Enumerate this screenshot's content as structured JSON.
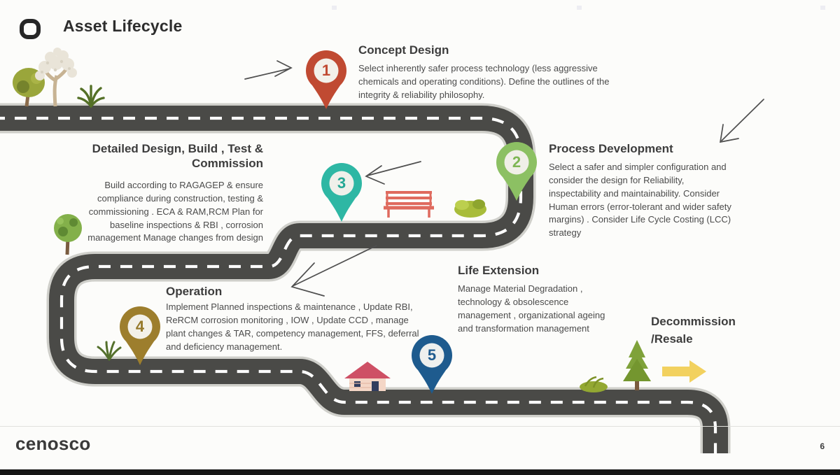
{
  "slide": {
    "title": "Asset Lifecycle",
    "brand": "cenosco",
    "page_number": "6"
  },
  "stages": [
    {
      "number": "1",
      "title": "Concept Design",
      "description": "Select inherently safer process technology (less aggressive chemicals and operating conditions).  Define the outlines of the integrity & reliability philosophy.",
      "pin_color": "#c04a32"
    },
    {
      "number": "2",
      "title": "Process Development",
      "description": "Select a safer and simpler configuration and consider the design for Reliability, inspectability and maintainability. Consider Human errors (error-tolerant and wider safety margins) . Consider Life Cycle Costing (LCC) strategy",
      "pin_color": "#8cc063"
    },
    {
      "number": "3",
      "title": "Detailed Design, Build , Test & Commission",
      "description": "Build according to RAGAGEP & ensure compliance during construction, testing & commissioning . ECA & RAM,RCM  Plan for baseline inspections & RBI , corrosion management Manage changes from design",
      "pin_color": "#2eb7a4"
    },
    {
      "number": "4",
      "title": "Operation",
      "description": "Implement Planned inspections & maintenance , Update RBI, ReRCM  corrosion monitoring , IOW , Update CCD , manage plant changes & TAR, competency management, FFS, deferral and deficiency management.",
      "pin_color": "#9d7e2d"
    },
    {
      "number": "5",
      "title": "Life Extension",
      "description": "Manage Material Degradation , technology & obsolescence management , organizational ageing and transformation management",
      "pin_color": "#1e5b8e"
    },
    {
      "number": "",
      "title": "Decommission /Resale",
      "description": "",
      "pin_color": ""
    }
  ],
  "colors": {
    "road": "#4a4a47",
    "road_casing": "#cfcfca",
    "road_dash": "#ffffff",
    "decommission_arrow": "#f2d15f",
    "sketch_arrow": "#4f4f4f"
  },
  "icons": [
    "map-pin-icon",
    "rounded-square-logo-icon",
    "tree-icon",
    "blossom-tree-icon",
    "fern-icon",
    "bush-icon",
    "bench-icon",
    "house-icon",
    "pine-tree-icon",
    "grass-icon",
    "arrow-right-icon"
  ]
}
